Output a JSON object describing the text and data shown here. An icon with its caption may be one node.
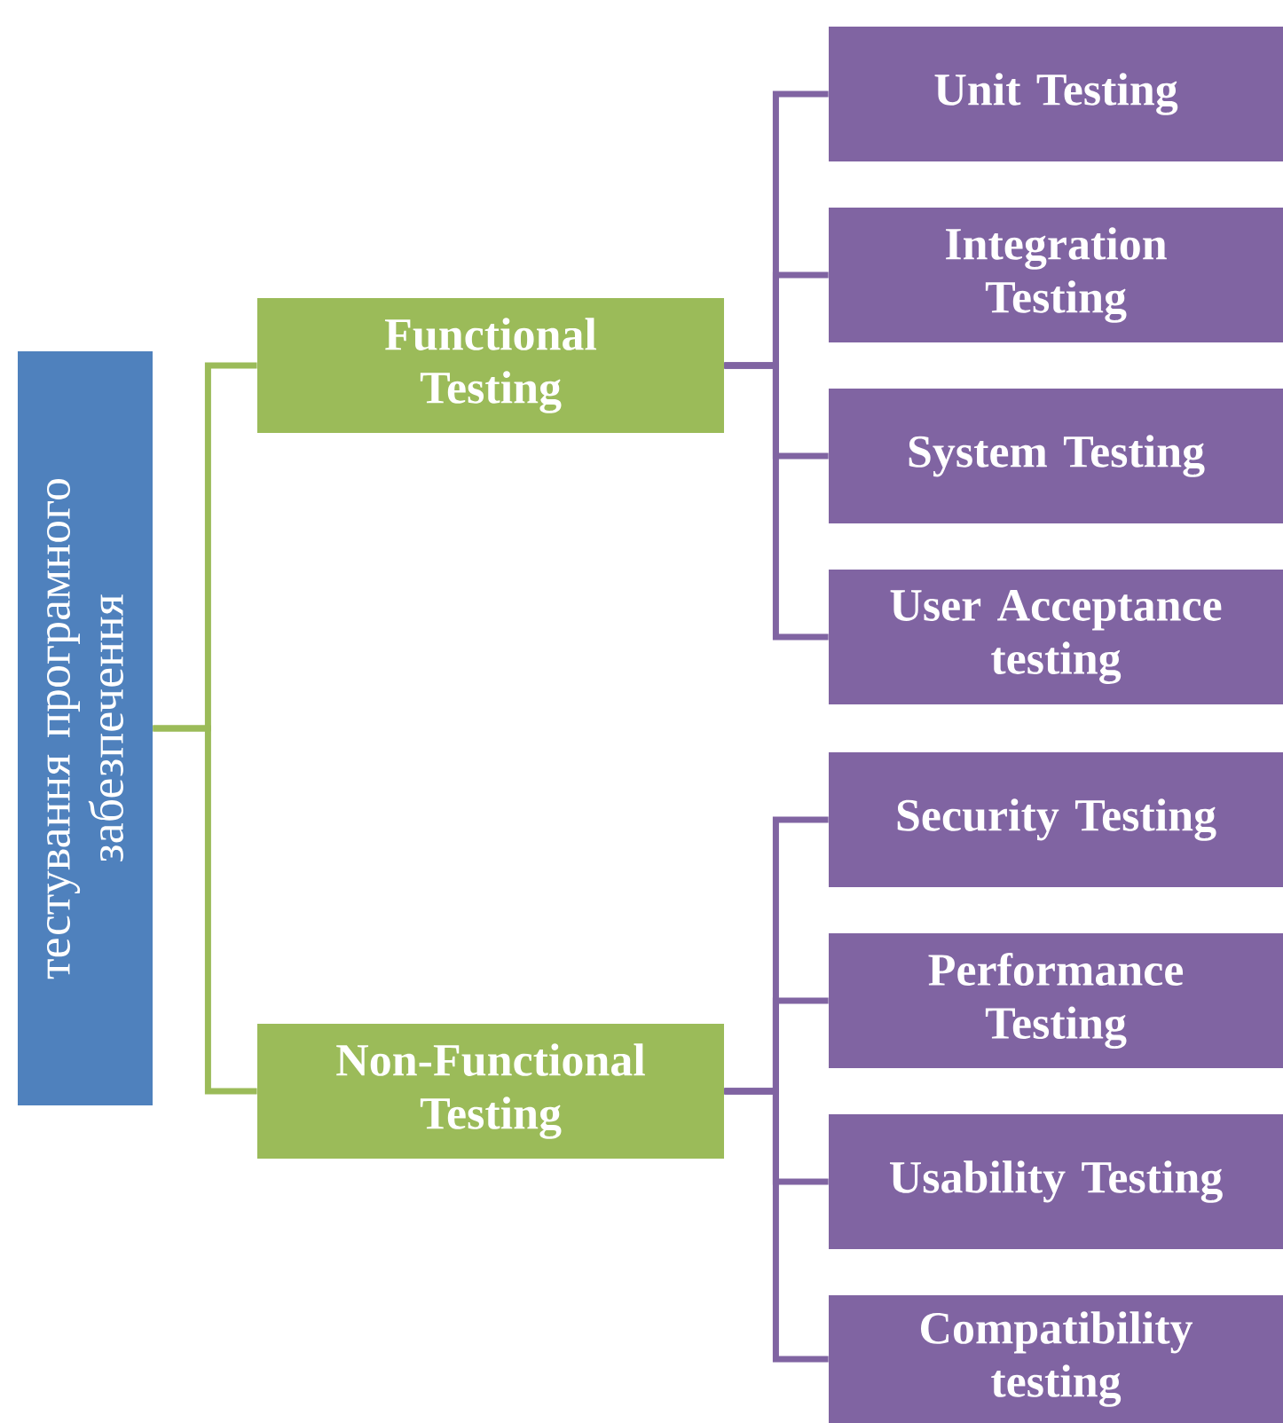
{
  "diagram": {
    "nodes": [
      {
        "text": [
          "тестування програмного забезпечення"
        ]
      },
      {
        "text": [
          "Functional Testing"
        ]
      },
      {
        "text": [
          "Non-Functional Testing"
        ]
      },
      {
        "text": [
          "Unit Testing"
        ]
      },
      {
        "text": [
          "Integration Testing"
        ]
      },
      {
        "text": [
          "System Testing"
        ]
      },
      {
        "text": [
          "User Acceptance testing"
        ]
      },
      {
        "text": [
          "Security Testing"
        ]
      },
      {
        "text": [
          "Performance Testing"
        ]
      },
      {
        "text": [
          "Usability Testing"
        ]
      },
      {
        "text": [
          "Compatibility testing"
        ]
      }
    ],
    "edges": [
      {
        "from": 0,
        "to": 1,
        "arrow": "none",
        "color": "#9bbb59"
      },
      {
        "from": 0,
        "to": 2,
        "arrow": "none",
        "color": "#9bbb59"
      },
      {
        "from": 1,
        "to": 3,
        "arrow": "none"
      },
      {
        "from": 1,
        "to": 4,
        "arrow": "none"
      },
      {
        "from": 1,
        "to": 5,
        "arrow": "none"
      },
      {
        "from": 1,
        "to": 6,
        "arrow": "none"
      },
      {
        "from": 2,
        "to": 7,
        "arrow": "none"
      },
      {
        "from": 2,
        "to": 8,
        "arrow": "none"
      },
      {
        "from": 2,
        "to": 9,
        "arrow": "none"
      },
      {
        "from": 2,
        "to": 10,
        "arrow": "none"
      }
    ]
  }
}
